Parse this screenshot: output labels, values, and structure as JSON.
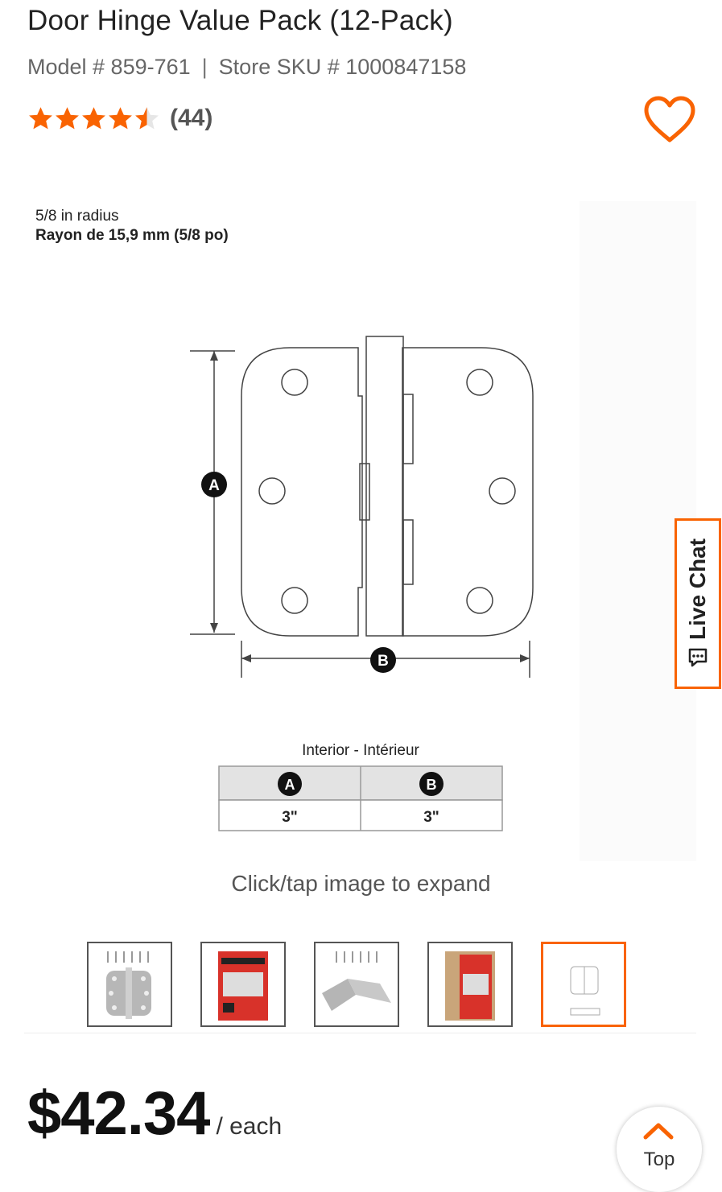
{
  "product": {
    "title": "Door Hinge Value Pack (12-Pack)",
    "model": "Model # 859-761",
    "separator": "|",
    "sku": "Store SKU # 1000847158",
    "rating": 4.5,
    "review_count": "(44)",
    "price": "$42.34",
    "price_unit": "/ each"
  },
  "diagram": {
    "radius_line1": "5/8 in radius",
    "radius_line2": "Rayon de 15,9 mm (5/8 po)",
    "label_a": "A",
    "label_b": "B",
    "table_caption": "Interior - Intérieur",
    "value_a": "3\"",
    "value_b": "3\""
  },
  "media": {
    "expand_hint": "Click/tap image to expand",
    "thumbnails": [
      "hinge-front-with-screws",
      "package-red",
      "hinge-open-with-screws",
      "package-brown",
      "dimension-diagram"
    ],
    "active_thumbnail": 4
  },
  "live_chat": {
    "label": "Live Chat"
  },
  "back_to_top": {
    "label": "Top"
  },
  "colors": {
    "accent": "#f96302",
    "star": "#f96302",
    "text": "#333333"
  }
}
